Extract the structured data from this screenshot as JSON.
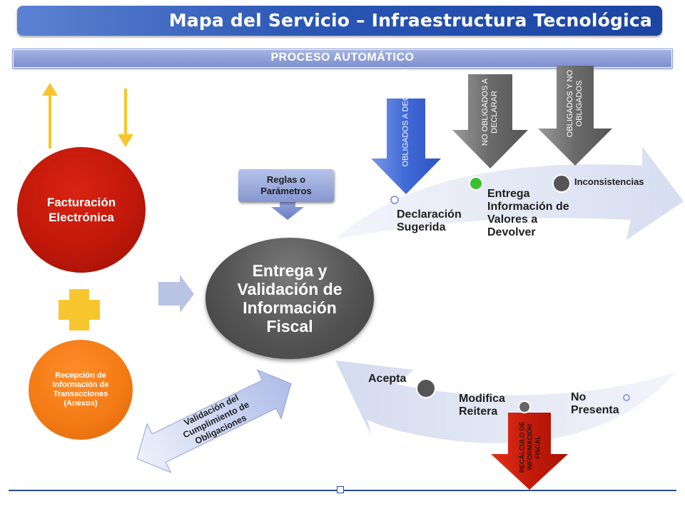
{
  "header": {
    "title": "Mapa del Servicio – Infraestructura Tecnológica"
  },
  "section": {
    "label": "PROCESO AUTOMÁTICO"
  },
  "left": {
    "facturacion": "Facturación Electrónica",
    "recepcion": "Recepción de Información de Transacciones (Anexos)"
  },
  "center": {
    "label": "Entrega y Validación de Información Fiscal"
  },
  "reglas": "Reglas o Parámetros",
  "validacion": "Validación del Cumplimiento de Obligaciones",
  "top_arrows": {
    "obligados": "OBLIGADOS A DECLARAR",
    "no_obligados": "NO OBLIGADOS A DECLARAR",
    "obligados_y_no": "OBLIGADOS Y NO OBLIGADOS"
  },
  "upper_steps": {
    "declaracion": "Declaración Sugerida",
    "entrega": "Entrega Información de Valores a Devolver",
    "inconsistencias": "Inconsistencias"
  },
  "lower_steps": {
    "acepta": "Acepta",
    "modifica": "Modifica Reitera",
    "no_presenta": "No Presenta"
  },
  "recalculo": "RECÁLCULO DE INFORMACIÓN FISCAL",
  "colors": {
    "title_blue": "#1b44a3",
    "red": "#c0180a",
    "orange": "#f47b16",
    "gray": "#545454",
    "yellow": "#f7c62f",
    "green_dot": "#3cbf2e",
    "light_blue": "#d9e0f2"
  }
}
